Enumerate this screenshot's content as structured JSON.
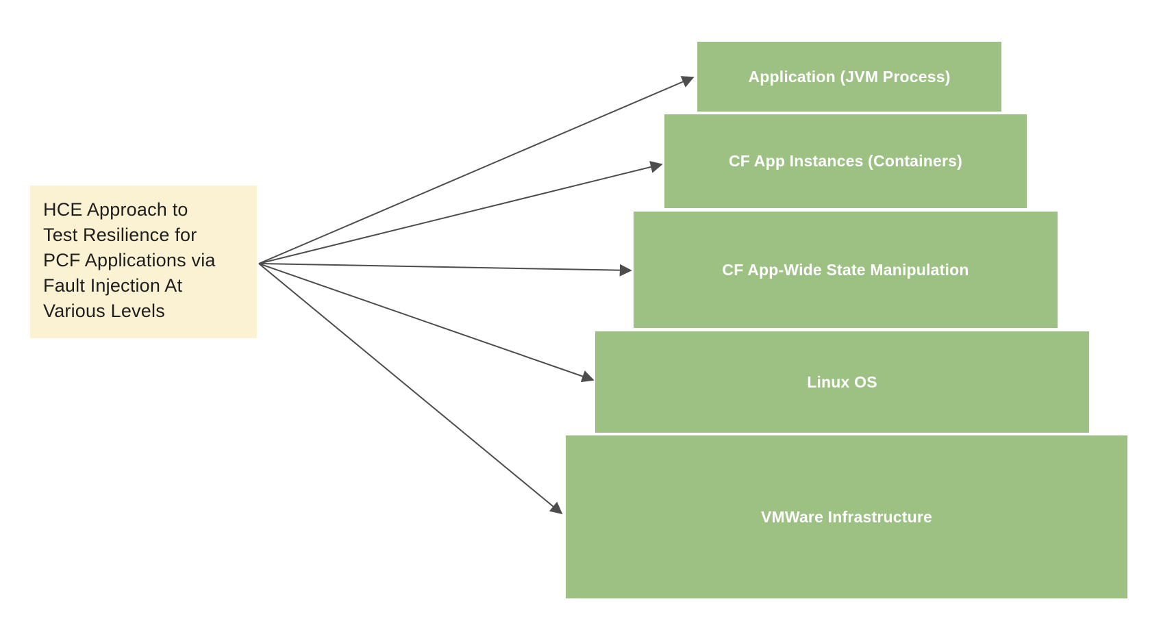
{
  "note": {
    "lines": [
      "HCE Approach to",
      "Test Resilience for",
      "PCF Applications via",
      "Fault Injection At",
      "Various Levels"
    ]
  },
  "levels": [
    {
      "label": "Application (JVM Process)"
    },
    {
      "label": "CF App Instances (Containers)"
    },
    {
      "label": "CF App-Wide State Manipulation"
    },
    {
      "label": "Linux OS"
    },
    {
      "label": "VMWare Infrastructure"
    }
  ],
  "colors": {
    "background": "#FFFFFF",
    "note_fill": "#FBF2D3",
    "note_text": "#1E1E1E",
    "level_fill": "#9CC183",
    "level_text": "#FFFFFF",
    "arrow": "#4D4D4D"
  }
}
